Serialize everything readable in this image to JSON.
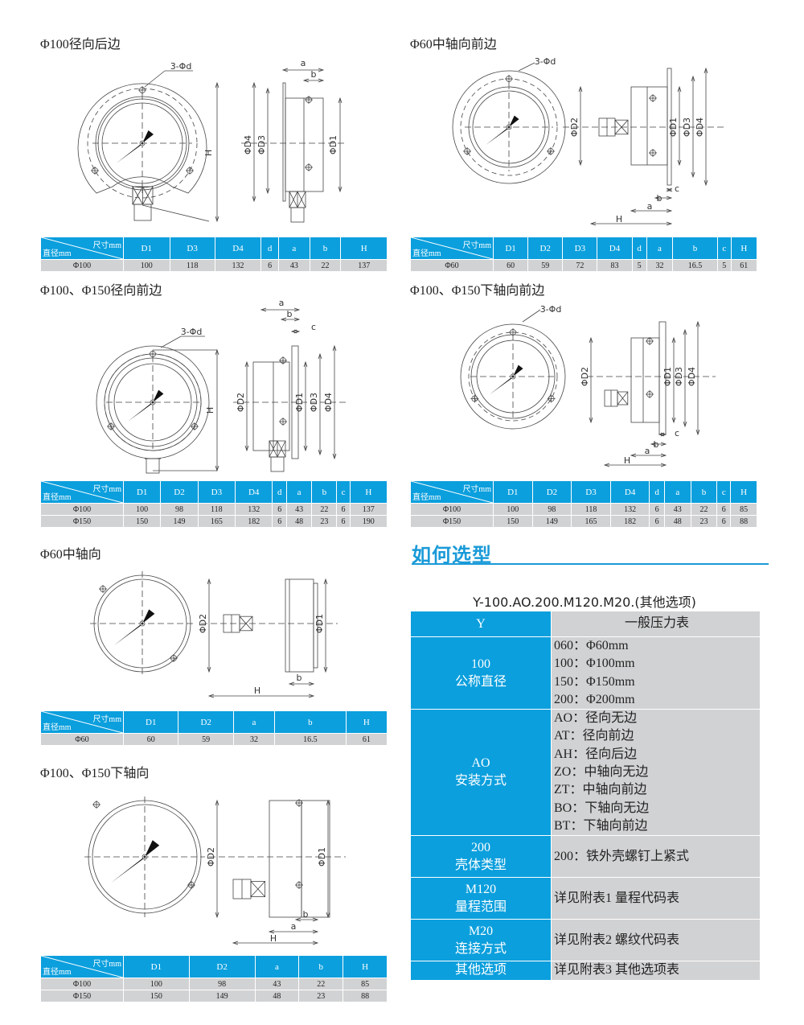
{
  "accent_color": "#0b9fdd",
  "row_color": "#d1d2d3",
  "sections": [
    {
      "title": "Φ100径向后边",
      "labels": [
        "3-Φd",
        "a",
        "b",
        "H",
        "ΦD4",
        "ΦD3",
        "ΦD1"
      ],
      "table": {
        "corner_top": "尺寸mm",
        "corner_bottom": "直径mm",
        "columns": [
          "D1",
          "D3",
          "D4",
          "d",
          "a",
          "b",
          "H"
        ],
        "rows": [
          [
            "Φ100",
            "100",
            "118",
            "132",
            "6",
            "43",
            "22",
            "137"
          ]
        ]
      }
    },
    {
      "title": "Φ60中轴向前边",
      "labels": [
        "3-Φd",
        "ΦD2",
        "ΦD1",
        "ΦD3",
        "ΦD4",
        "c",
        "b",
        "a",
        "H"
      ],
      "table": {
        "corner_top": "尺寸mm",
        "corner_bottom": "直径mm",
        "columns": [
          "D1",
          "D2",
          "D3",
          "D4",
          "d",
          "a",
          "b",
          "c",
          "H"
        ],
        "rows": [
          [
            "Φ60",
            "60",
            "59",
            "72",
            "83",
            "5",
            "32",
            "16.5",
            "5",
            "61"
          ]
        ]
      }
    },
    {
      "title": "Φ100、Φ150径向前边",
      "labels": [
        "3-Φd",
        "H",
        "a",
        "b",
        "c",
        "ΦD2",
        "ΦD1",
        "ΦD3",
        "ΦD4"
      ],
      "table": {
        "corner_top": "尺寸mm",
        "corner_bottom": "直径mm",
        "columns": [
          "D1",
          "D2",
          "D3",
          "D4",
          "d",
          "a",
          "b",
          "c",
          "H"
        ],
        "rows": [
          [
            "Φ100",
            "100",
            "98",
            "118",
            "132",
            "6",
            "43",
            "22",
            "6",
            "137"
          ],
          [
            "Φ150",
            "150",
            "149",
            "165",
            "182",
            "6",
            "48",
            "23",
            "6",
            "190"
          ]
        ]
      }
    },
    {
      "title": "Φ100、Φ150下轴向前边",
      "labels": [
        "3-Φd",
        "ΦD2",
        "ΦD1",
        "ΦD3",
        "ΦD4",
        "c",
        "b",
        "a",
        "H"
      ],
      "table": {
        "corner_top": "尺寸mm",
        "corner_bottom": "直径mm",
        "columns": [
          "D1",
          "D2",
          "D3",
          "D4",
          "d",
          "a",
          "b",
          "c",
          "H"
        ],
        "rows": [
          [
            "Φ100",
            "100",
            "98",
            "118",
            "132",
            "6",
            "43",
            "22",
            "6",
            "85"
          ],
          [
            "Φ150",
            "150",
            "149",
            "165",
            "182",
            "6",
            "48",
            "23",
            "6",
            "88"
          ]
        ]
      }
    },
    {
      "title": "Φ60中轴向",
      "labels": [
        "ΦD2",
        "ΦD1",
        "b",
        "H"
      ],
      "table": {
        "corner_top": "尺寸mm",
        "corner_bottom": "直径mm",
        "columns": [
          "D1",
          "D2",
          "a",
          "b",
          "H"
        ],
        "rows": [
          [
            "Φ60",
            "60",
            "59",
            "32",
            "16.5",
            "61"
          ]
        ]
      }
    },
    {
      "title": "Φ100、Φ150下轴向",
      "labels": [
        "ΦD2",
        "ΦD1",
        "b",
        "a",
        "H"
      ],
      "table": {
        "corner_top": "尺寸mm",
        "corner_bottom": "直径mm",
        "columns": [
          "D1",
          "D2",
          "a",
          "b",
          "H"
        ],
        "rows": [
          [
            "Φ100",
            "100",
            "98",
            "43",
            "22",
            "85"
          ],
          [
            "Φ150",
            "150",
            "149",
            "48",
            "23",
            "88"
          ]
        ]
      }
    }
  ],
  "selection": {
    "heading": "如何选型",
    "code": "Y-100.AO.200.M120.M20.(其他选项)",
    "rows": [
      {
        "key": [
          "Y"
        ],
        "values": [
          "一般压力表"
        ],
        "center": true
      },
      {
        "key": [
          "100",
          "公称直径"
        ],
        "values": [
          "060：Φ60mm",
          "100：Φ100mm",
          "150：Φ150mm",
          "200：Φ200mm"
        ]
      },
      {
        "key": [
          "AO",
          "安装方式"
        ],
        "values": [
          "AO：径向无边",
          "AT：径向前边",
          "AH：径向后边",
          "ZO：中轴向无边",
          "ZT：中轴向前边",
          "BO：下轴向无边",
          "BT：下轴向前边"
        ]
      },
      {
        "key": [
          "200",
          "壳体类型"
        ],
        "values": [
          "200：铁外壳螺钉上紧式"
        ]
      },
      {
        "key": [
          "M120",
          "量程范围"
        ],
        "values": [
          "详见附表1  量程代码表"
        ]
      },
      {
        "key": [
          "M20",
          "连接方式"
        ],
        "values": [
          "详见附表2  螺纹代码表"
        ]
      },
      {
        "key": [
          "其他选项"
        ],
        "values": [
          "详见附表3  其他选项表"
        ]
      }
    ]
  }
}
